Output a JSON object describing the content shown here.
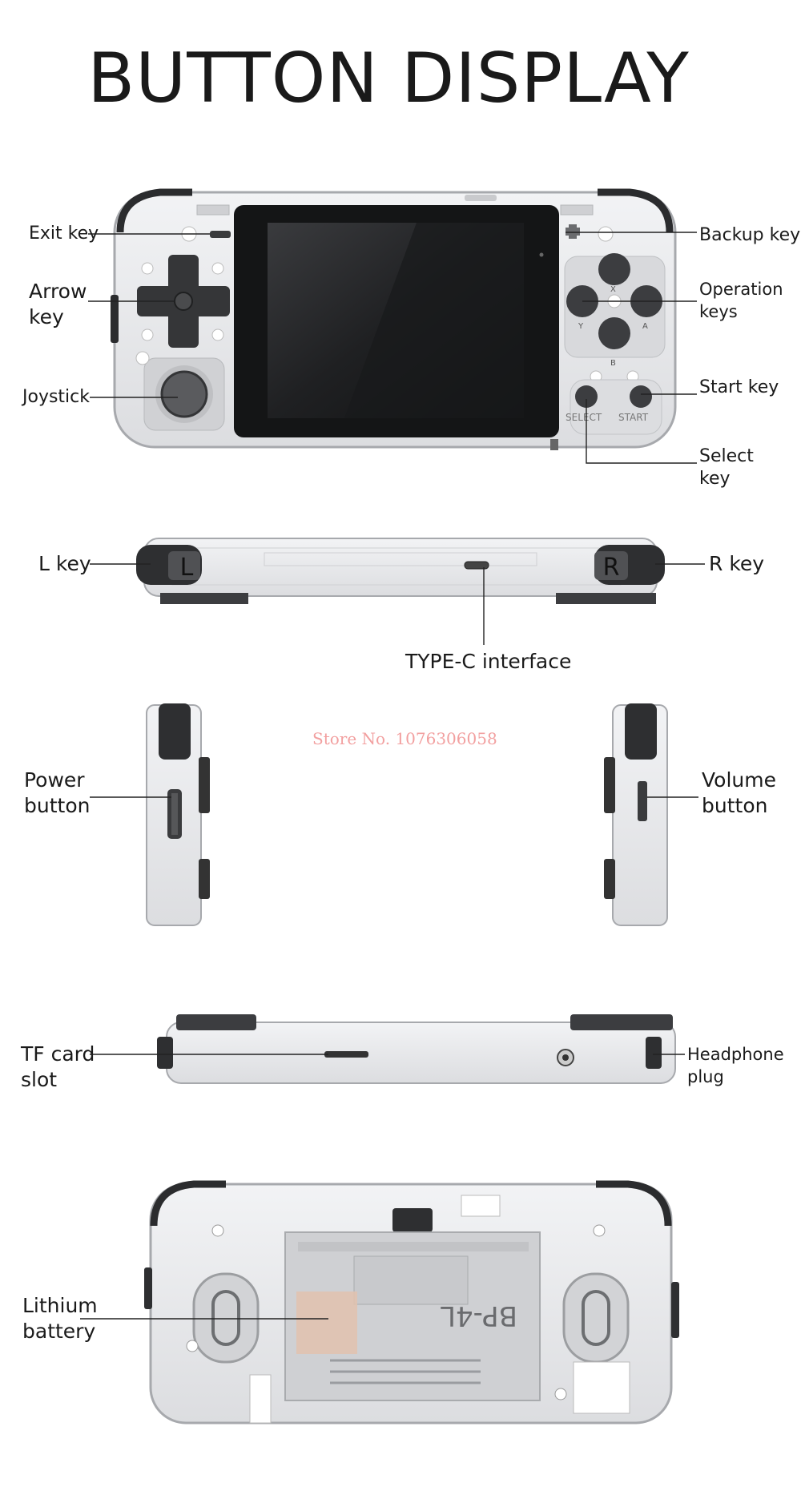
{
  "title": "BUTTON DISPLAY",
  "watermark": "Store No. 1076306058",
  "labels": {
    "exit_key": "Exit key",
    "arrow_key": "Arrow\n key",
    "joystick": "Joystick",
    "backup_key": "Backup key",
    "operation_keys": "Operation\n keys",
    "start_key": "Start key",
    "select_key": "Select\n key",
    "l_key": "L key",
    "r_key": "R key",
    "type_c": "TYPE-C interface",
    "power_button": "Power\nbutton",
    "volume_button": "Volume\nbutton",
    "tf_card_slot": "TF card\nslot",
    "headphone_plug": "Headphone\nplug",
    "lithium_battery": "Lithium\nbattery"
  },
  "device_marks": {
    "l_letter": "L",
    "r_letter": "R",
    "btn_x": "X",
    "btn_y": "Y",
    "btn_a": "A",
    "btn_b": "B",
    "select_text": "SELECT",
    "start_text": "START",
    "battery_text": "BP-4L"
  },
  "colors": {
    "shell": "#e9eaec",
    "shell_edge": "#9a9ca0",
    "dark": "#2b2c2e",
    "screen": "#1b1c1e",
    "label_line": "#222222",
    "watermark": "#f2a0a0"
  }
}
